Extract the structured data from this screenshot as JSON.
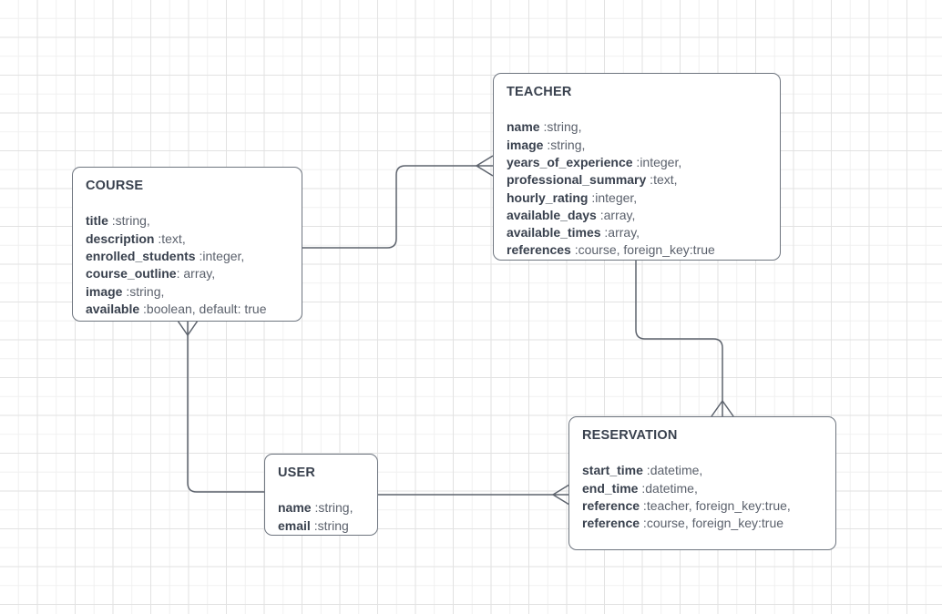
{
  "diagram": {
    "type": "entity-relationship-diagram",
    "background": "#ffffff",
    "grid_color": "#e2e2e2",
    "border_color": "#6e757f",
    "title_color": "#39414e",
    "value_color": "#5b616c"
  },
  "entities": {
    "course": {
      "title": "COURSE",
      "fields": [
        {
          "name": "title",
          "value": " :string,"
        },
        {
          "name": "description",
          "value": "  :text,"
        },
        {
          "name": "enrolled_students",
          "value": " :integer,"
        },
        {
          "name": "course_outline",
          "value": ": array,"
        },
        {
          "name": "image",
          "value": " :string,"
        },
        {
          "name": "available",
          "value": " :boolean, default: true"
        }
      ]
    },
    "teacher": {
      "title": "TEACHER",
      "fields": [
        {
          "name": "name",
          "value": " :string,"
        },
        {
          "name": "image",
          "value": " :string,"
        },
        {
          "name": "years_of_experience",
          "value": " :integer,"
        },
        {
          "name": "professional_summary",
          "value": " :text,"
        },
        {
          "name": "hourly_rating",
          "value": " :integer,"
        },
        {
          "name": "available_days",
          "value": " :array,"
        },
        {
          "name": "available_times",
          "value": " :array,"
        },
        {
          "name": "references",
          "value": " :course, foreign_key:true"
        }
      ]
    },
    "user": {
      "title": "USER",
      "fields": [
        {
          "name": "name",
          "value": " :string,"
        },
        {
          "name": "email",
          "value": " :string"
        }
      ]
    },
    "reservation": {
      "title": "RESERVATION",
      "fields": [
        {
          "name": "start_time",
          "value": " :datetime,"
        },
        {
          "name": "end_time",
          "value": " :datetime,"
        },
        {
          "name": "reference",
          "value": " :teacher, foreign_key:true,"
        },
        {
          "name": "reference",
          "value": " :course, foreign_key:true"
        }
      ]
    }
  },
  "relationships": [
    {
      "name": "course-to-teacher",
      "from": "course",
      "to": "teacher",
      "to_cardinality": "many"
    },
    {
      "name": "course-to-user",
      "from": "course",
      "to": "user",
      "from_cardinality": "many"
    },
    {
      "name": "teacher-to-reservation",
      "from": "teacher",
      "to": "reservation",
      "to_cardinality": "many"
    },
    {
      "name": "user-to-reservation",
      "from": "user",
      "to": "reservation",
      "to_cardinality": "many"
    }
  ]
}
